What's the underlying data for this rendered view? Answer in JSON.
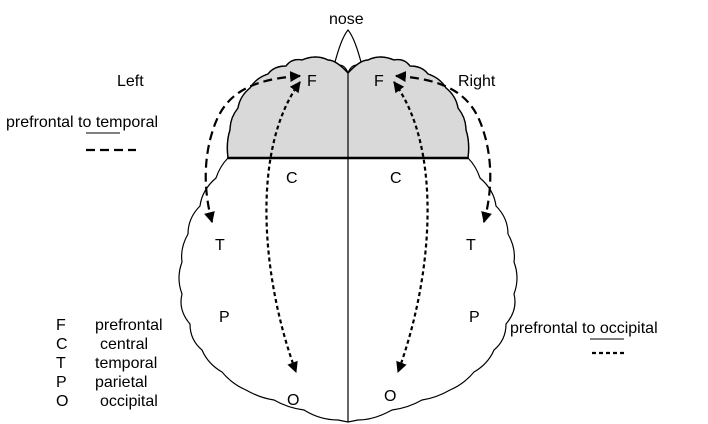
{
  "labels": {
    "nose": "nose",
    "left": "Left",
    "right": "Right",
    "pf_temporal": "prefrontal to temporal",
    "pf_occipital": "prefrontal to occipital"
  },
  "regions": {
    "f_left": "F",
    "f_right": "F",
    "c_left": "C",
    "c_right": "C",
    "t_left": "T",
    "t_right": "T",
    "p_left": "P",
    "p_right": "P",
    "o_left": "O",
    "o_right": "O"
  },
  "legend": [
    {
      "abbr": "F",
      "name": "prefrontal"
    },
    {
      "abbr": "C",
      "name": "central"
    },
    {
      "abbr": "T",
      "name": "temporal"
    },
    {
      "abbr": "P",
      "name": "parietal"
    },
    {
      "abbr": "O",
      "name": "occipital"
    }
  ],
  "colors": {
    "frontal_fill": "#d9d9d9",
    "stroke": "#000000"
  }
}
